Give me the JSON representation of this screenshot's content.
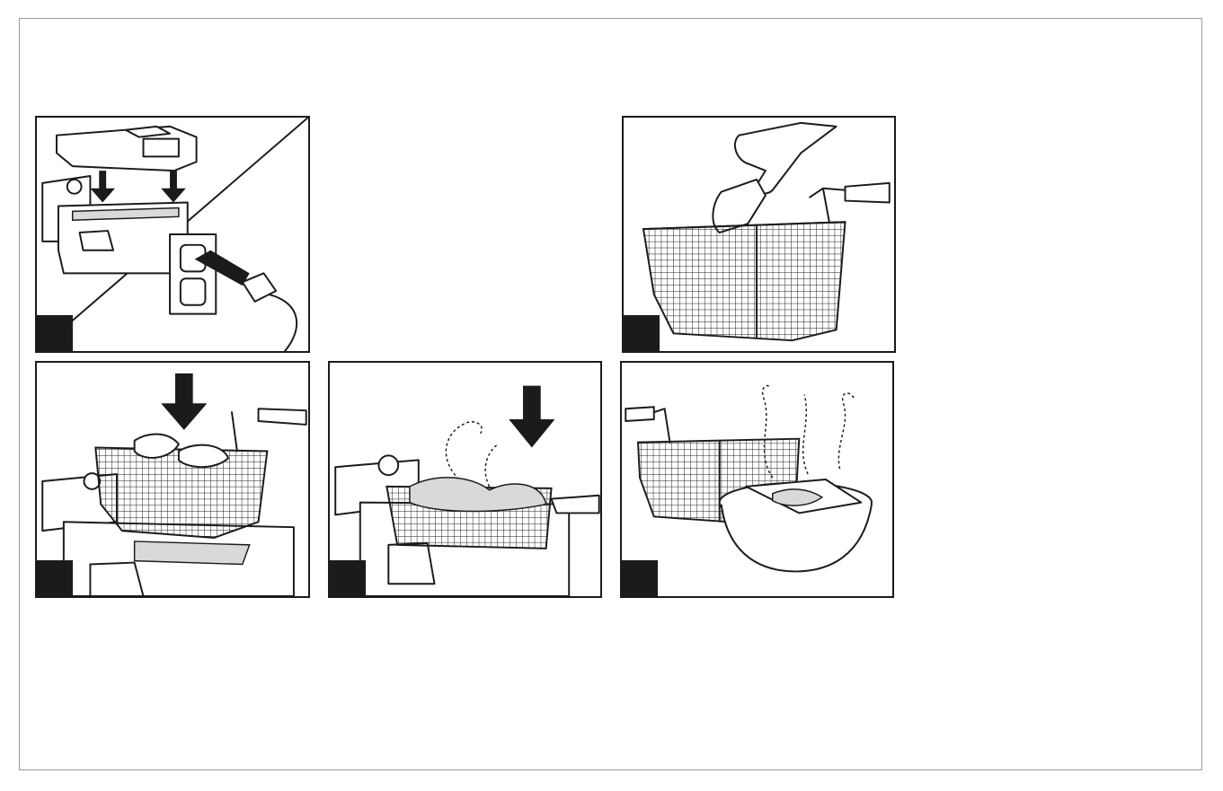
{
  "steps": [
    {
      "id": "p1",
      "label": ""
    },
    {
      "id": "p2",
      "label": ""
    },
    {
      "id": "p3",
      "label": ""
    },
    {
      "id": "p4",
      "label": ""
    },
    {
      "id": "p5",
      "label": ""
    }
  ],
  "colors": {
    "line": "#1b1b1b",
    "frame": "#9a9a9a",
    "badge": "#1b1b1b",
    "oil": "#d9d9d9"
  },
  "icons": [
    "down-arrow-icon",
    "outlet-icon",
    "plug-icon",
    "basket-icon",
    "hand-icon",
    "steam-icon",
    "bowl-icon"
  ]
}
